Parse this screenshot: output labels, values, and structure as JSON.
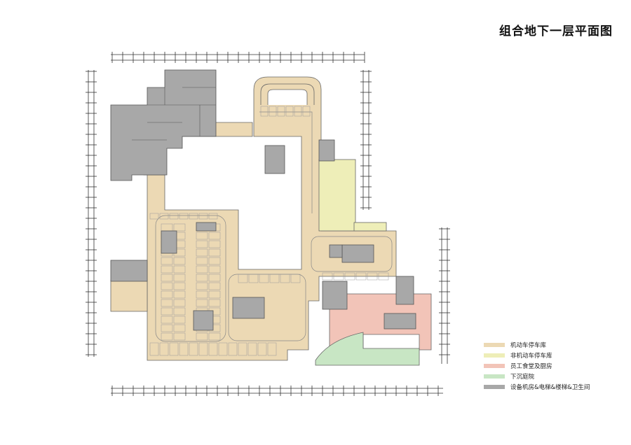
{
  "title": "组合地下一层平面图",
  "legend": [
    {
      "label": "机动车停车库",
      "color": "#ecd9b4"
    },
    {
      "label": "非机动车停车库",
      "color": "#eeeeb8"
    },
    {
      "label": "员工食堂及厨房",
      "color": "#f2c4b8"
    },
    {
      "label": "下沉庭院",
      "color": "#c8e6c4"
    },
    {
      "label": "设备机房&电梯&楼梯&卫生间",
      "color": "#a8a8a8"
    }
  ],
  "colors": {
    "parking": "#ecd9b4",
    "bike": "#eeeeb8",
    "canteen": "#f2c4b8",
    "courtyard": "#c8e6c4",
    "equipment": "#a8a8a8",
    "lines": "#555555"
  }
}
